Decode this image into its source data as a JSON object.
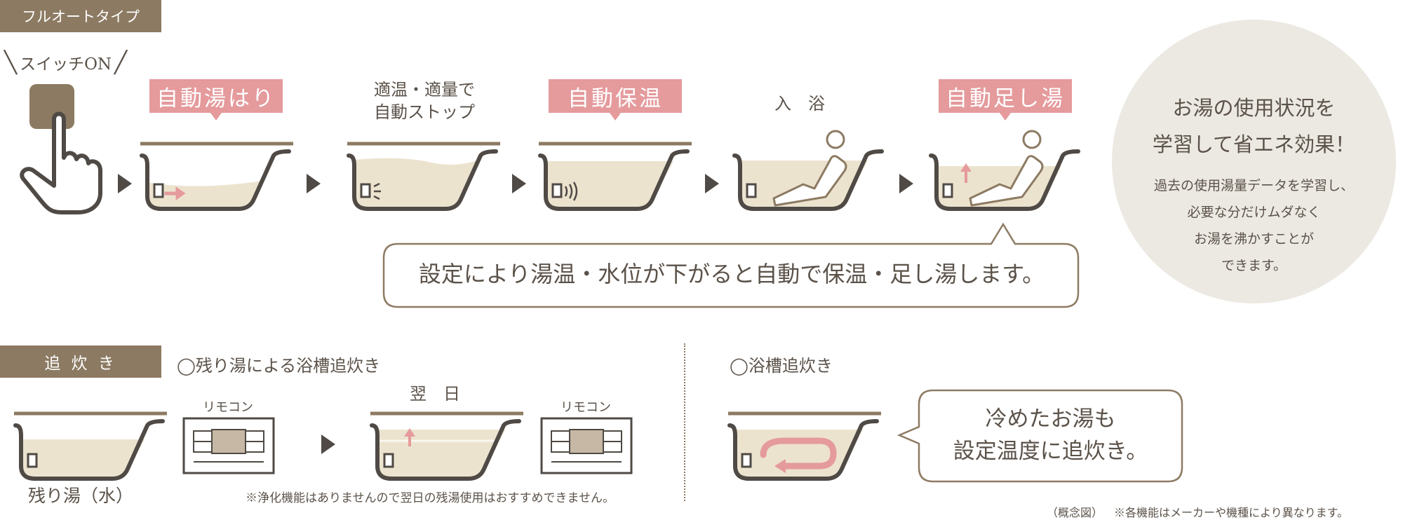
{
  "top": {
    "tag_label": "フルオートタイプ",
    "switch_label": "スイッチON",
    "steps": [
      {
        "label": "自動湯はり"
      },
      {
        "label_line1": "適温・適量で",
        "label_line2": "自動ストップ"
      },
      {
        "label": "自動保温"
      },
      {
        "label": "入　浴"
      },
      {
        "label": "自動足し湯"
      }
    ],
    "callout_text": "設定により湯温・水位が下がると自動で保温・足し湯します。",
    "circle": {
      "heading_line1": "お湯の使用状況を",
      "heading_line2": "学習して省エネ効果！",
      "body_line1": "過去の使用湯量データを学習し、",
      "body_line2": "必要な分だけムダなく",
      "body_line3": "お湯を沸かすことが",
      "body_line4": "できます。"
    }
  },
  "bottom": {
    "tag_label": "追 炊 き",
    "left_section_title": "◯残り湯による浴槽追炊き",
    "remaining_water_label": "残り湯（水）",
    "remote_label": "リモコン",
    "next_day_label": "翌　日",
    "left_note": "※浄化機能はありませんので翌日の残湯使用はおすすめできません。",
    "right_section_title": "◯浴槽追炊き",
    "right_callout_line1": "冷めたお湯も",
    "right_callout_line2": "設定温度に追炊き。"
  },
  "footer": {
    "concept_label": "（概念図）",
    "disclaimer": "※各機能はメーカーや機種により異なります。"
  },
  "colors": {
    "brown": "#8c7a62",
    "pink": "#e59a9c",
    "outline": "#4f4a45",
    "water": "#ece3cf",
    "circle_bg": "#ece9e3"
  }
}
